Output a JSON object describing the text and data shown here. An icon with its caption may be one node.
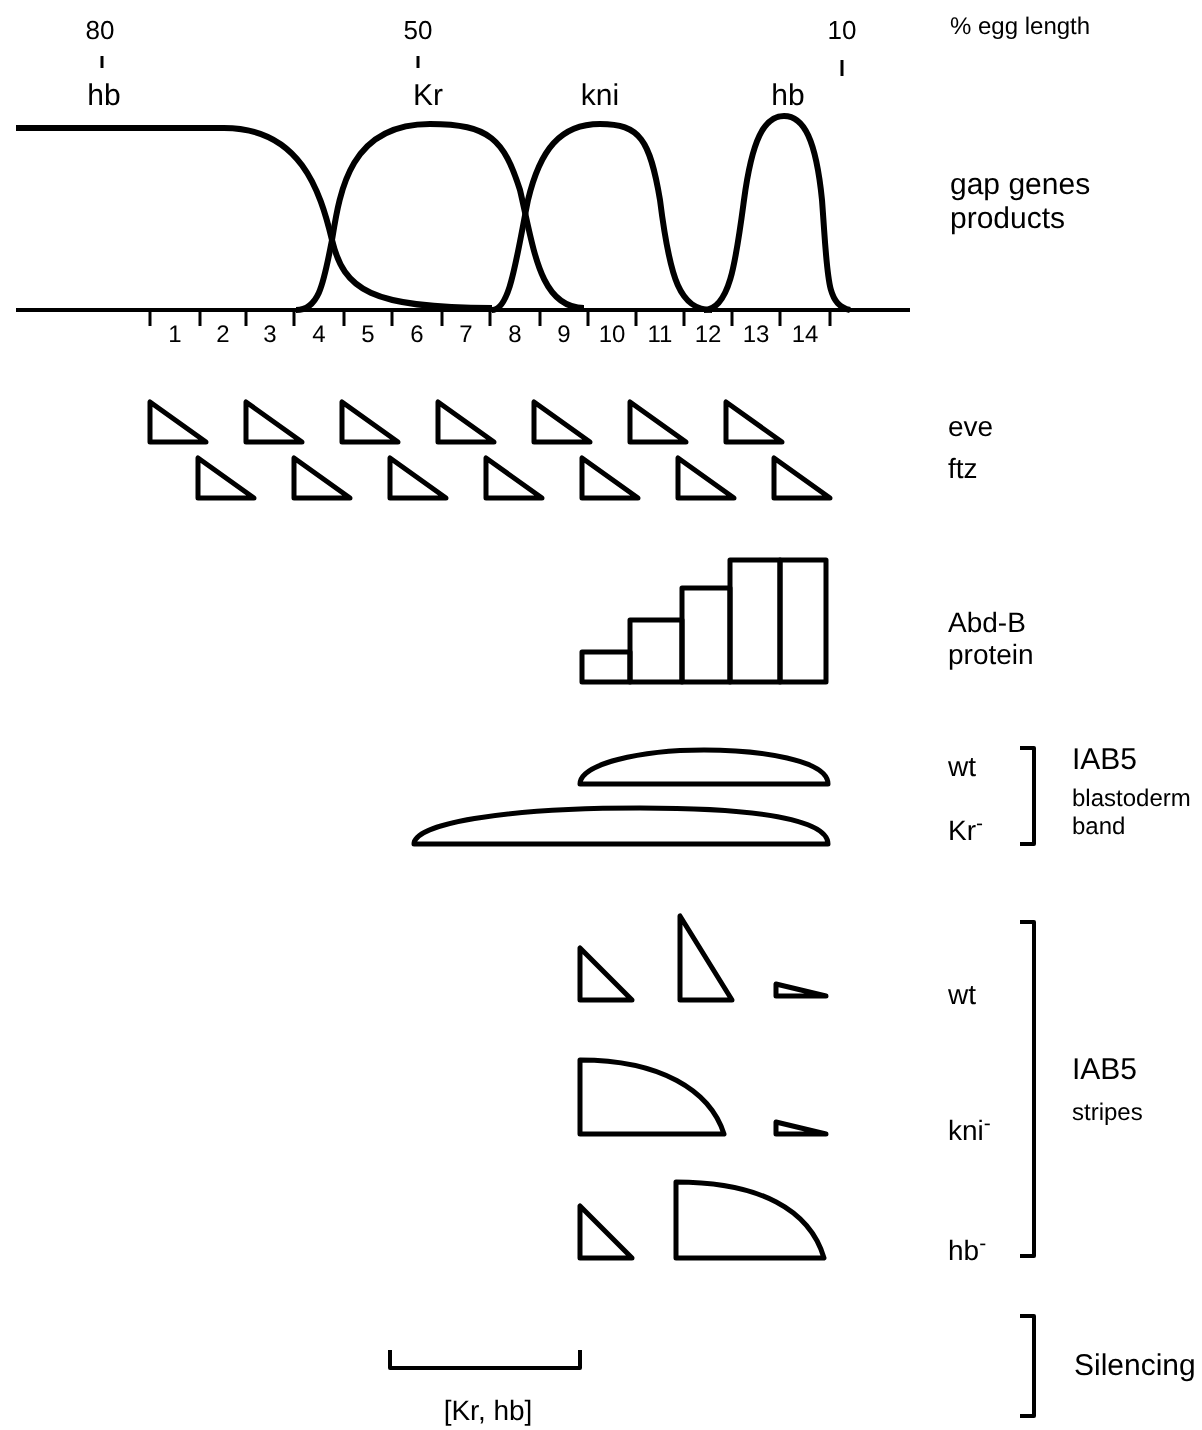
{
  "diagram": {
    "labels": [
      "80",
      "50",
      "10",
      "% egg length",
      "hb",
      "Kr",
      "kni",
      "hb",
      "gap genes products",
      "1",
      "2",
      "3",
      "4",
      "5",
      "6",
      "7",
      "8",
      "9",
      "10",
      "11",
      "12",
      "13",
      "14",
      "eve",
      "ftz",
      "Abd-B protein",
      "wt",
      "IAB5",
      "blastoderm band",
      "Kr$^{-}$",
      "wt",
      "IAB5",
      "stripes",
      "kni$^{-}$",
      "hb$^{-}$",
      "Silencing",
      "[Kr, hb]"
    ]
  }
}
